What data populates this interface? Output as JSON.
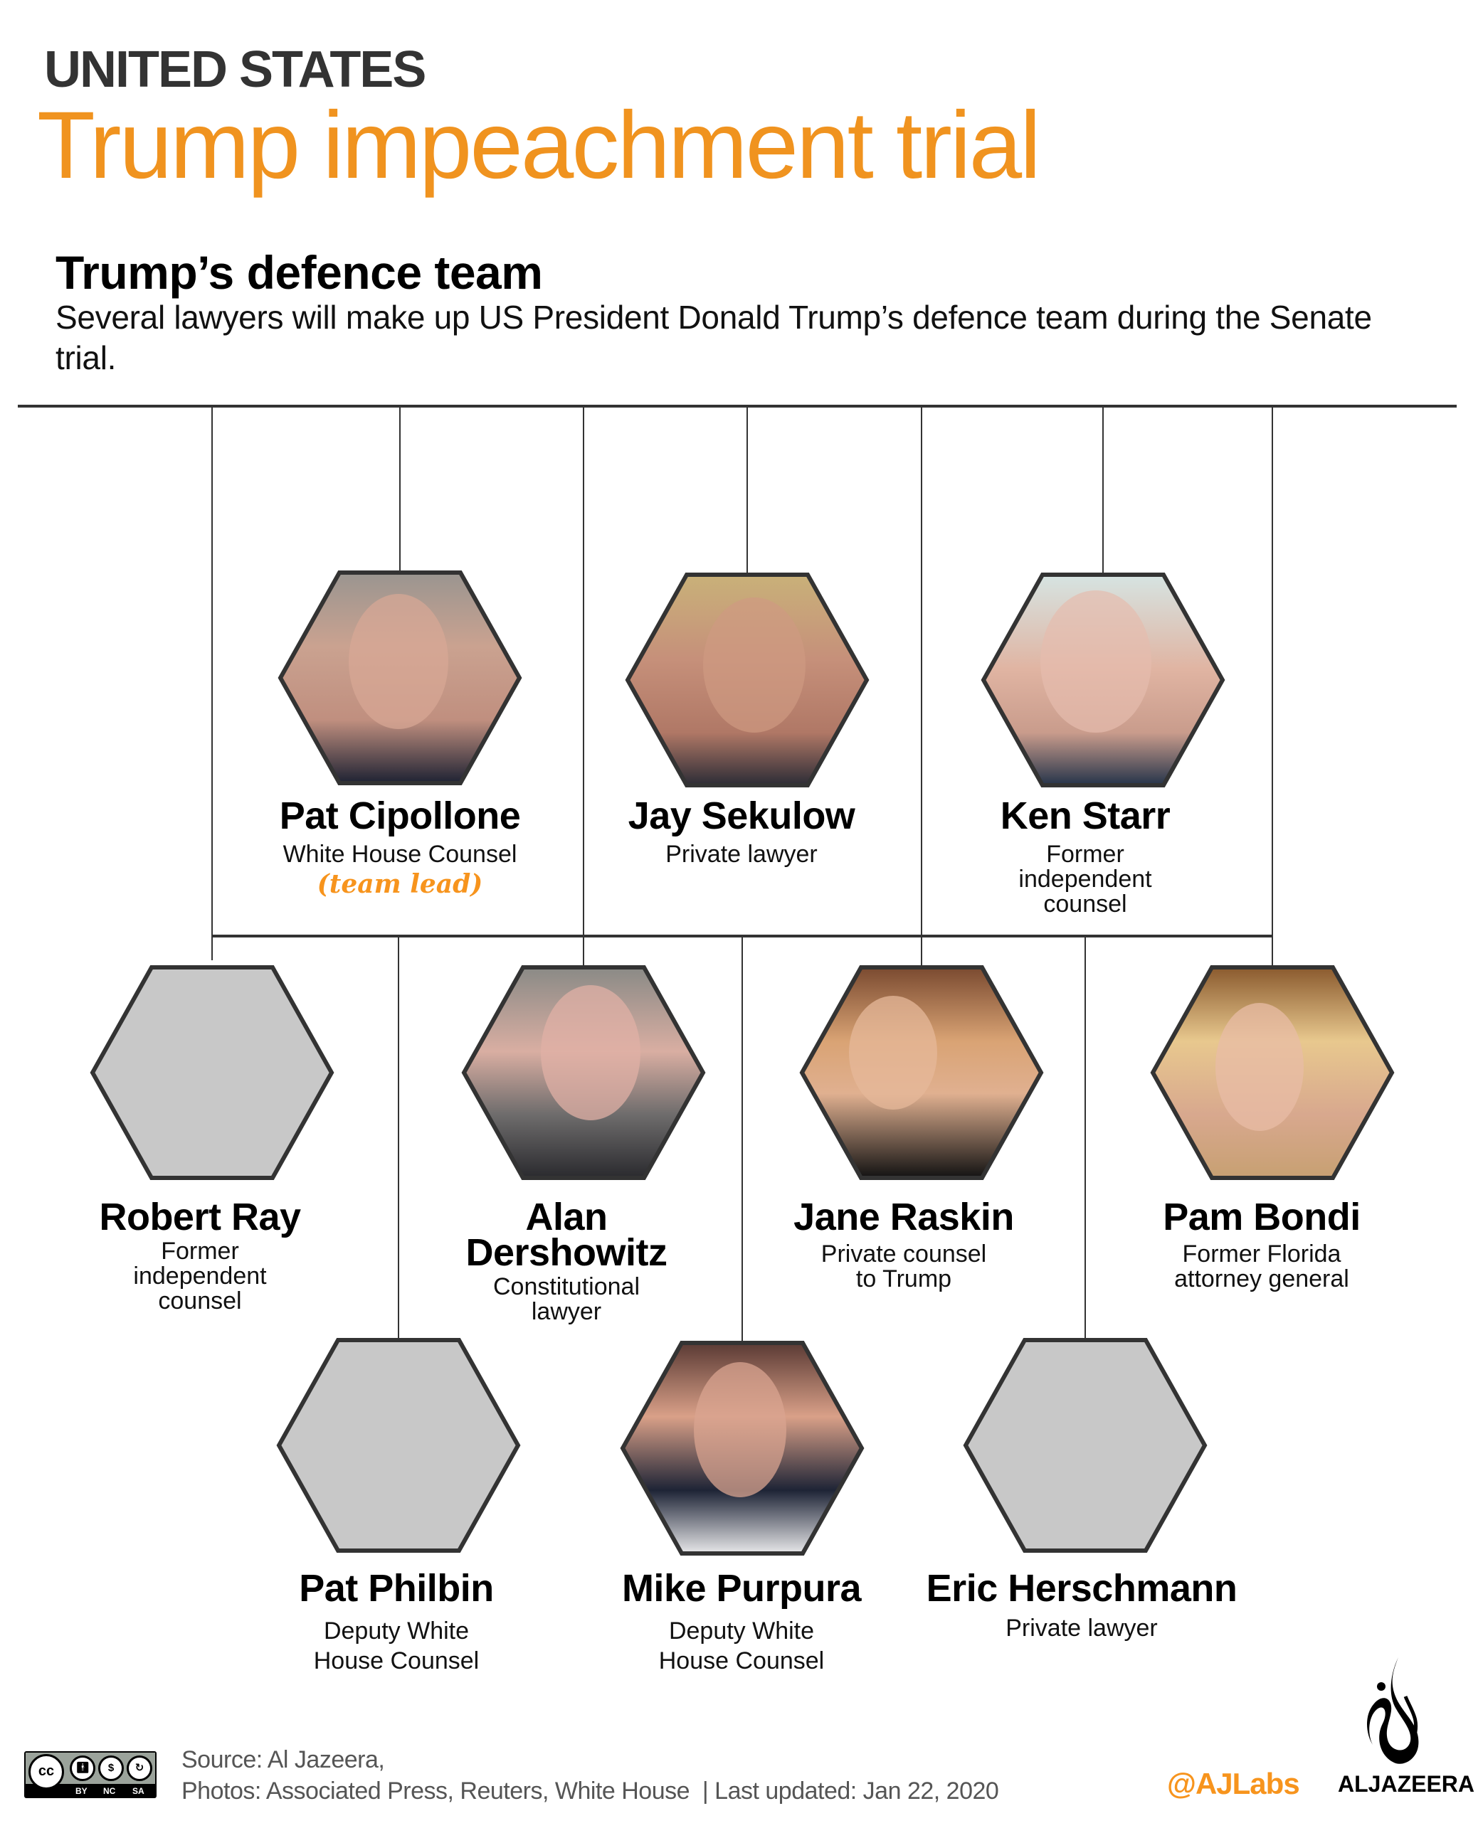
{
  "header": {
    "kicker": "UNITED STATES",
    "title": "Trump impeachment trial"
  },
  "section": {
    "heading": "Trump’s defence team",
    "description": "Several lawyers will make up US President Donald Trump’s defence team during the Senate trial."
  },
  "colors": {
    "accent": "#F0931F",
    "lead_accent": "#F7941D",
    "kicker": "#333333",
    "line": "#333333",
    "placeholder_hex": "#C8C8C8",
    "footer_text": "#555555"
  },
  "team": {
    "top_row": [
      {
        "name": "Pat Cipollone",
        "role": "White House Counsel",
        "note": "(team lead)",
        "photo": "photo"
      },
      {
        "name": "Jay Sekulow",
        "role": "Private lawyer",
        "photo": "photo"
      },
      {
        "name": "Ken Starr",
        "role": "Former independent counsel",
        "role_lines": [
          "Former",
          "independent",
          "counsel"
        ],
        "photo": "photo"
      }
    ],
    "middle_row": [
      {
        "name": "Robert Ray",
        "role_lines": [
          "Former",
          "independent",
          "counsel"
        ],
        "photo": "placeholder"
      },
      {
        "name_lines": [
          "Alan",
          "Dershowitz"
        ],
        "role_lines": [
          "Constitutional",
          "lawyer"
        ],
        "photo": "photo"
      },
      {
        "name": "Jane Raskin",
        "role_lines": [
          "Private counsel",
          "to Trump"
        ],
        "photo": "photo"
      },
      {
        "name": "Pam Bondi",
        "role_lines": [
          "Former Florida",
          "attorney general"
        ],
        "photo": "photo"
      }
    ],
    "bottom_row": [
      {
        "name": "Pat Philbin",
        "role_lines": [
          "Deputy White",
          "House Counsel"
        ],
        "photo": "placeholder"
      },
      {
        "name": "Mike Purpura",
        "role_lines": [
          "Deputy White",
          "House Counsel"
        ],
        "photo": "photo"
      },
      {
        "name": "Eric Herschmann",
        "role": "Private lawyer",
        "photo": "placeholder"
      }
    ]
  },
  "footer": {
    "source_line": "Source: Al Jazeera,",
    "photos_line": "Photos: Associated Press, Reuters, White House  | Last updated: Jan 22, 2020",
    "handle": "@AJLabs",
    "brand": "ALJAZEERA",
    "license": {
      "cc": "cc",
      "labels": [
        "BY",
        "NC",
        "SA"
      ]
    }
  }
}
